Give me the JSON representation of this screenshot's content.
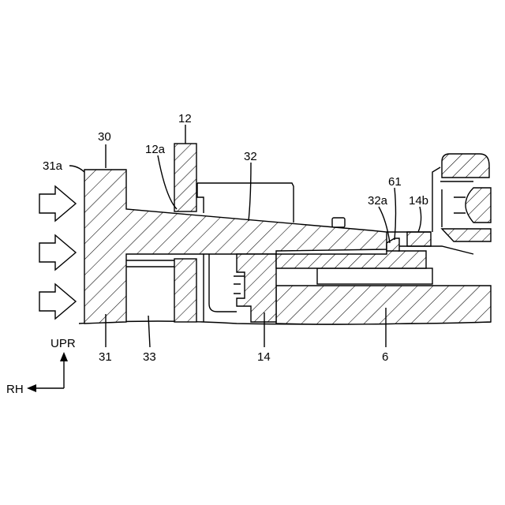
{
  "diagram": {
    "labels": {
      "l30": "30",
      "l31a": "31a",
      "l12": "12",
      "l12a": "12a",
      "l32": "32",
      "l61": "61",
      "l32a": "32a",
      "l14b": "14b",
      "l31": "31",
      "l33": "33",
      "l14": "14",
      "l6": "6",
      "upr": "UPR",
      "rh": "RH"
    },
    "colors": {
      "line": "#000000",
      "background": "#ffffff"
    },
    "icons": [
      "pressure-arrow-icon",
      "direction-arrow-icon"
    ]
  }
}
